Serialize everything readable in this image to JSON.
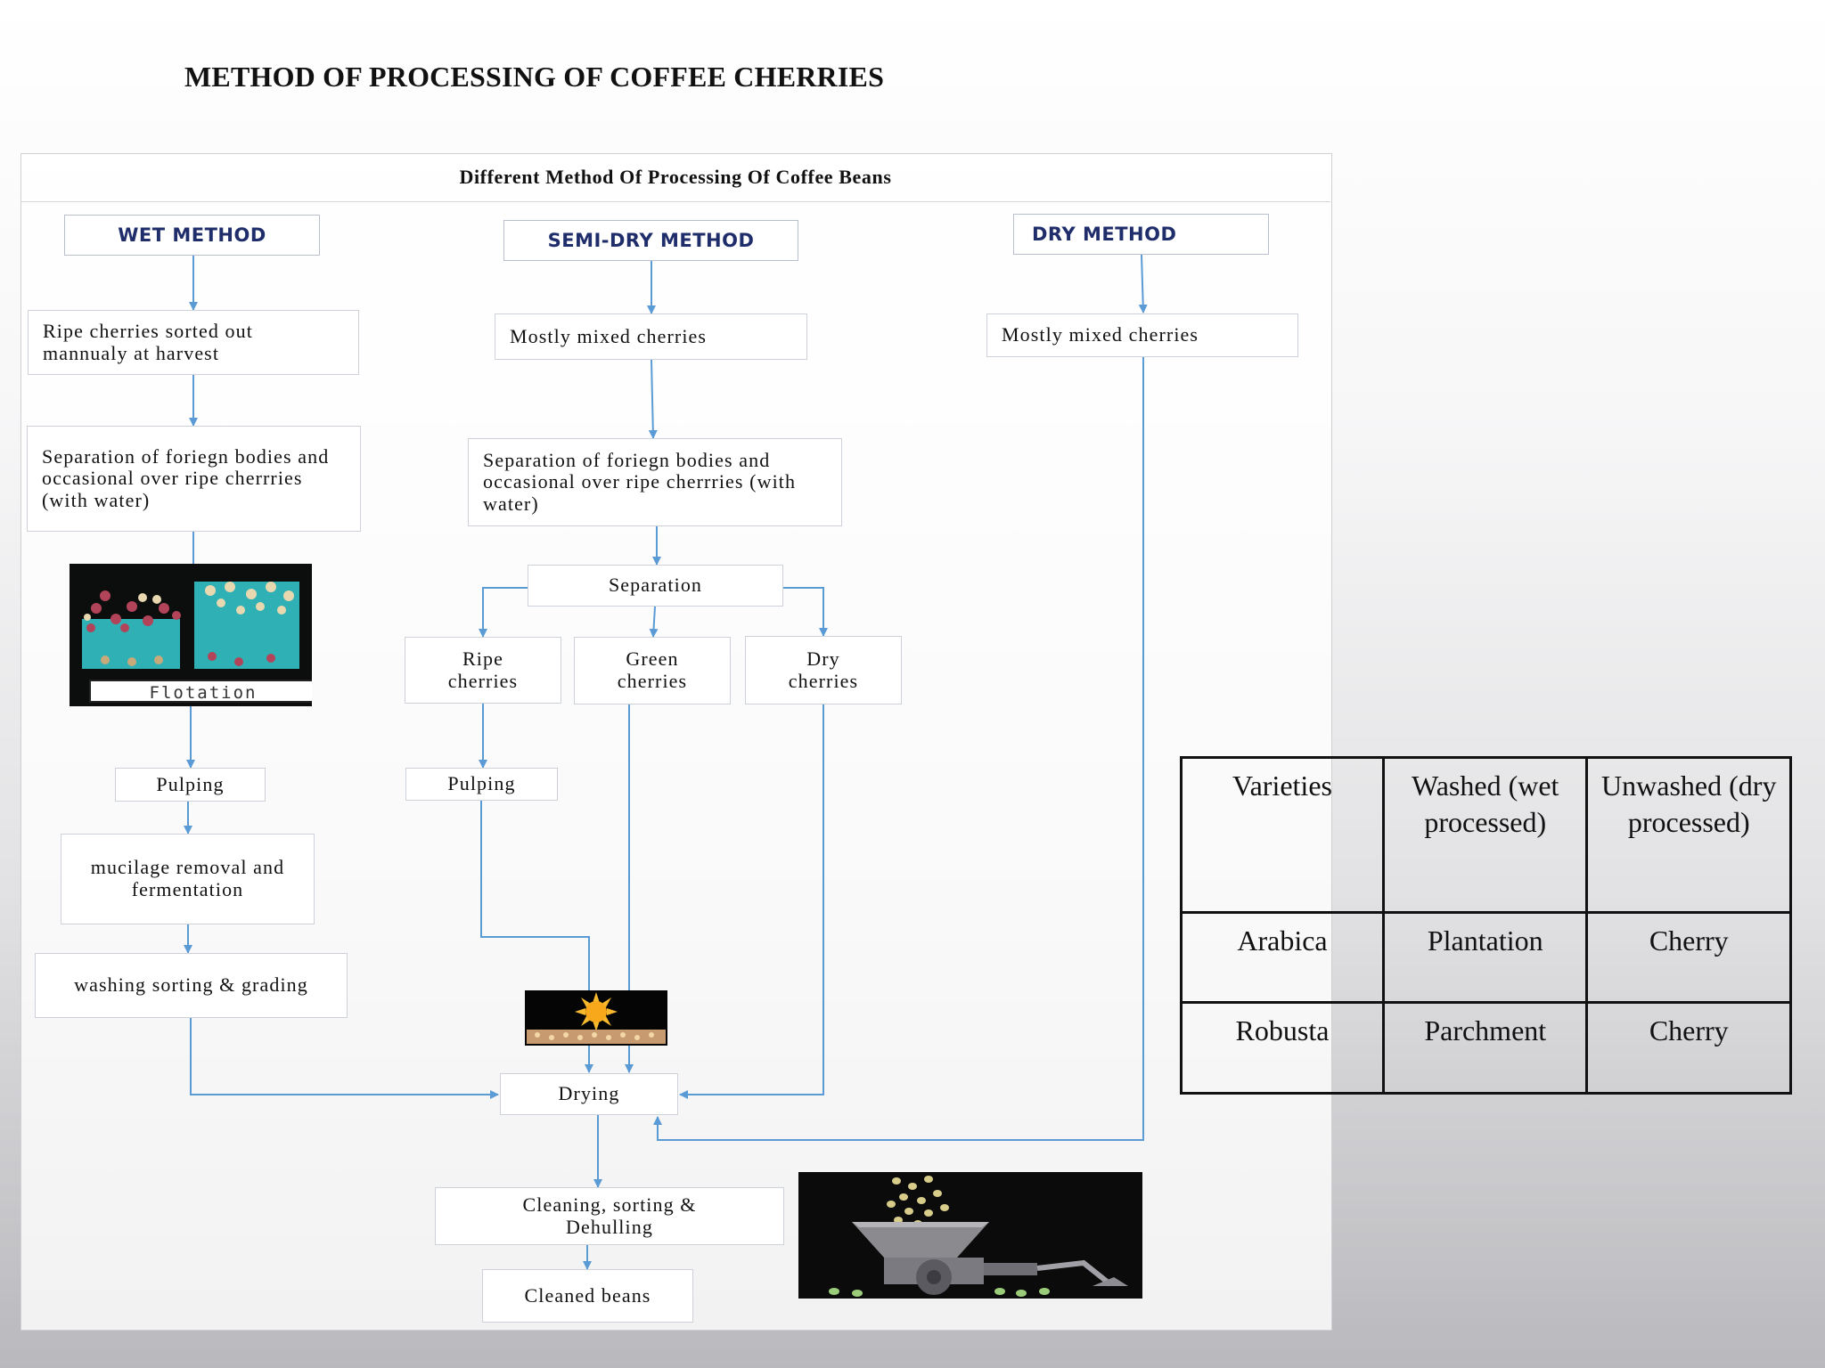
{
  "slide_title": "METHOD OF PROCESSING OF COFFEE CHERRIES",
  "diagram": {
    "title": "Different Method Of Processing Of Coffee Beans",
    "wet": {
      "header": "WET METHOD",
      "step1": "Ripe cherries sorted out mannualy at harvest",
      "step2": "Separation of foriegn bodies and occasional over ripe cherrries (with water)",
      "flotation_label": "Flotation",
      "pulping": "Pulping",
      "mucilage": "mucilage removal and fermentation",
      "washing": "washing sorting & grading"
    },
    "semi": {
      "header": "SEMI-DRY METHOD",
      "step1": "Mostly mixed cherries",
      "step2": "Separation of foriegn bodies and occasional over ripe cherrries (with water)",
      "separation": "Separation",
      "ripe": "Ripe cherries",
      "green": "Green cherries",
      "dry": "Dry cherries",
      "pulping": "Pulping"
    },
    "dry": {
      "header": "DRY METHOD",
      "step1": "Mostly mixed cherries"
    },
    "drying": "Drying",
    "cleaning": "Cleaning, sorting & Dehulling",
    "cleaned": "Cleaned beans",
    "colors": {
      "connector": "#5b9bd5",
      "header_text": "#1f2d6b"
    }
  },
  "table": {
    "header": [
      "Varieties",
      "Washed (wet processed)",
      "Unwashed (dry processed)"
    ],
    "rows": [
      [
        "Arabica",
        "Plantation",
        "Cherry"
      ],
      [
        "Robusta",
        "Parchment",
        "Cherry"
      ]
    ]
  }
}
